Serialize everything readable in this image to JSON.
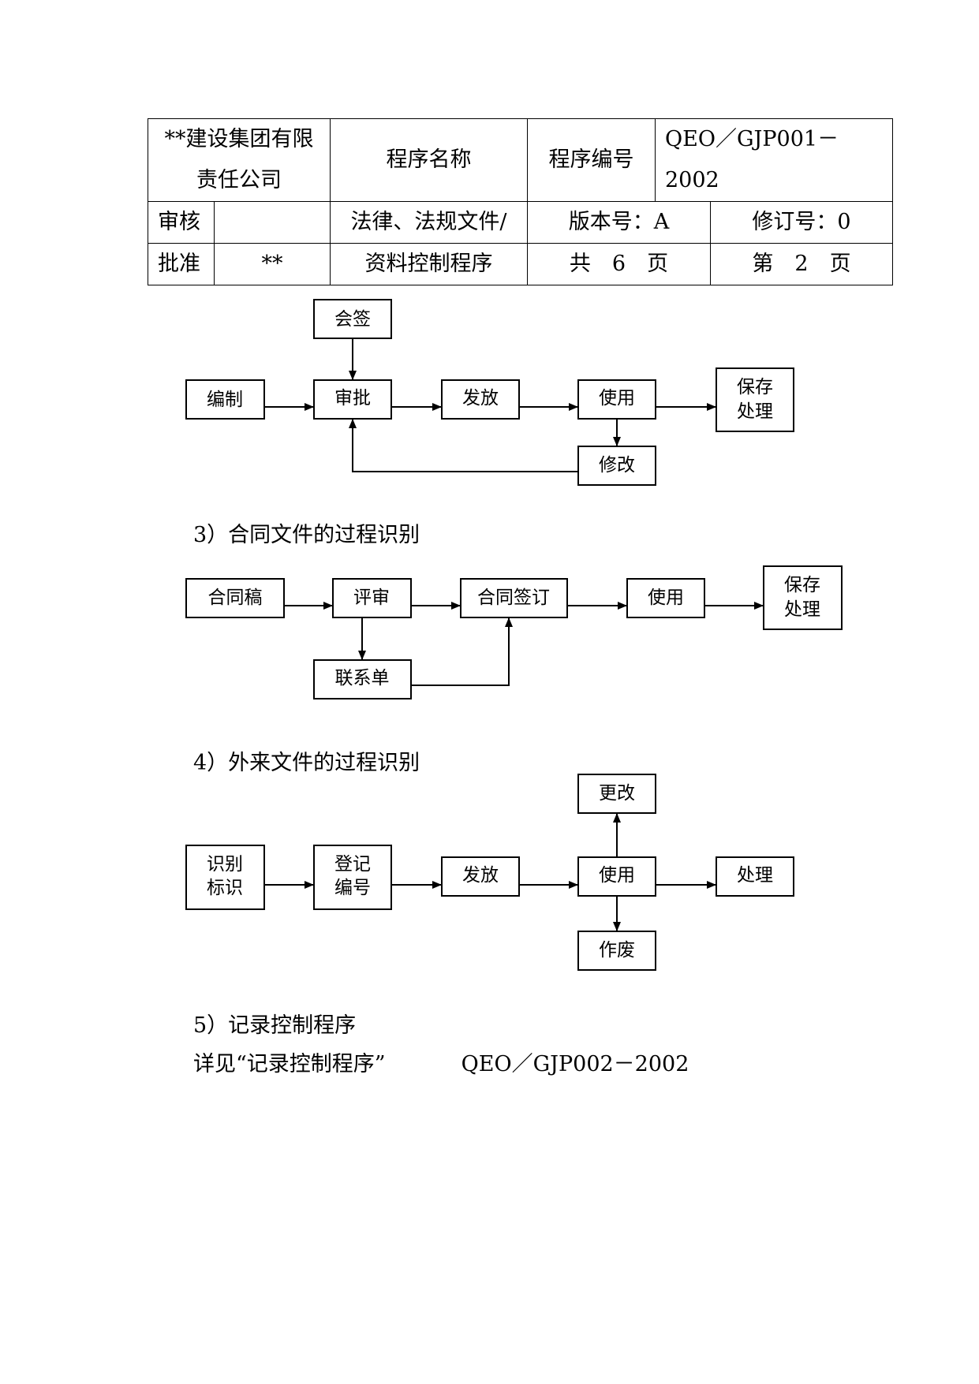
{
  "header": {
    "company_line1": "**建设集团有限",
    "company_line2": "责任公司",
    "program_name_label": "程序名称",
    "program_no_label": "程序编号",
    "program_no_value": "QEO／GJP001－2002",
    "review_label": "审核",
    "review_value": "",
    "approve_label": "批准",
    "approve_value": "**",
    "title_line1": "法律、法规文件/",
    "title_line2": "资料控制程序",
    "version": "版本号：A",
    "revision": "修订号：0",
    "total_pages": "共　6　页",
    "page_no": "第　2　页"
  },
  "flow1": {
    "countersign": "会签",
    "compile": "编制",
    "approve": "审批",
    "issue": "发放",
    "use": "使用",
    "keep_line1": "保存",
    "keep_line2": "处理",
    "modify": "修改"
  },
  "section3": {
    "title": "3）合同文件的过程识别",
    "draft": "合同稿",
    "review": "评审",
    "sign": "合同签订",
    "use": "使用",
    "keep_line1": "保存",
    "keep_line2": "处理",
    "contact": "联系单"
  },
  "section4": {
    "title": "4）外来文件的过程识别",
    "change": "更改",
    "identify_line1": "识别",
    "identify_line2": "标识",
    "register_line1": "登记",
    "register_line2": "编号",
    "issue": "发放",
    "use": "使用",
    "handle": "处理",
    "obsolete": "作废"
  },
  "section5": {
    "title": "5）记录控制程序",
    "ref_text": "详见“记录控制程序”",
    "ref_code": "QEO／GJP002－2002"
  }
}
